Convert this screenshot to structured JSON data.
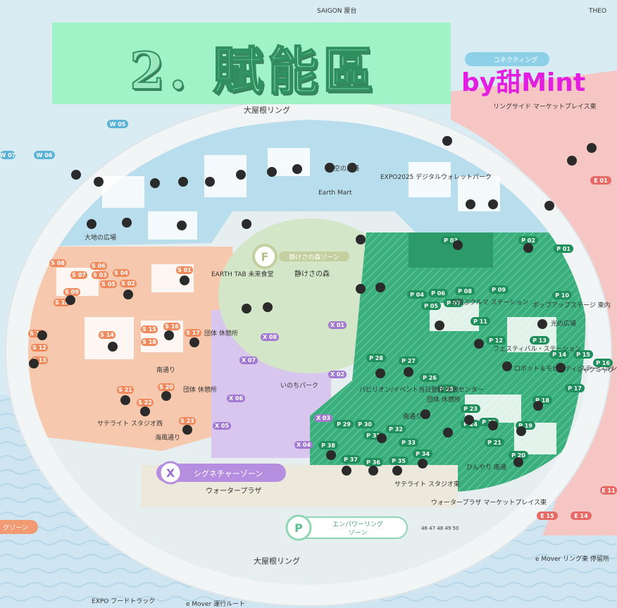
{
  "header": {
    "title": "2. 賦能區",
    "credit": "by甜Mint"
  },
  "map": {
    "zones": {
      "p_letter": "P",
      "p_name_line1": "エンパワーリング",
      "p_name_line2": "ゾーン",
      "x_letter": "X",
      "x_name": "シグネチャーゾーン",
      "f_letter": "F",
      "f_name": "静けさの森ゾーン",
      "w_partial": "グゾーン",
      "c_partial": "コネクティング"
    },
    "rings": {
      "top": "大屋根リング",
      "bottom": "大屋根リング"
    },
    "places": {
      "forest": "静けさの森",
      "water_plaza": "ウォータープラザ",
      "inochi_park": "いのちパーク",
      "south_street": "南通り",
      "south_street_left": "南通り",
      "sea_street": "海風通り",
      "ukiuki_plaza": "大地の広場",
      "pop_up_stage_east": "ポップアップステージ 東内",
      "light_plaza": "光の広場",
      "festival_station": "フェスティバル・ステーション",
      "robot_station": "ロボット＆モビリティ ステーション",
      "mobility_station": "空飛ぶクルマ ステーション",
      "pavilion_ticket": "パビリオン/イベント当日登録 免税センター",
      "group_rest_p": "団体 休憩所",
      "group_rest_s": "団体 休憩所",
      "group_rest_mid": "団体 休憩所",
      "satellite_studio_e": "サテライト スタジオ東",
      "satellite_studio_w": "サテライト スタジオ西",
      "water_marketplace": "ウォータープラザ マーケットプレイス東",
      "ring_marketplace": "リングサイド マーケットプレイス東",
      "emover_east": "e Mover リング東 停留所",
      "emover_legend": "e Mover 運行ルート",
      "expo_foodtruck": "EXPO フードトラック",
      "saigon": "SAIGON 屋台",
      "theo": "THEO",
      "earth_mart": "Earth Mart",
      "expo2025_wellness": "EXPO2025 デジタルウォレットパーク",
      "sky_plaza": "空の広場",
      "cafe_tab": "EARTH TAB 未来食堂",
      "miyake_house": "ミャクミャク ハウス",
      "dome": "ひんやり 南通",
      "grid_numbers": "46 47 48 49 50"
    },
    "badges": {
      "p": [
        "P 01",
        "P 02",
        "P 03",
        "P 04",
        "P 05",
        "P 06",
        "P 07",
        "P 08",
        "P 09",
        "P 10",
        "P 11",
        "P 12",
        "P 13",
        "P 14",
        "P 15",
        "P 16",
        "P 17",
        "P 18",
        "P 19",
        "P 20",
        "P 21",
        "P 22",
        "P 23",
        "P 24",
        "P 25",
        "P 26",
        "P 27",
        "P 28",
        "P 29",
        "P 30",
        "P 31",
        "P 32",
        "P 33",
        "P 34",
        "P 35",
        "P 36",
        "P 37",
        "P 38"
      ],
      "s": [
        "S 01",
        "S 02",
        "S 03",
        "S 04",
        "S 05",
        "S 06",
        "S 07",
        "S 08",
        "S 09",
        "S 10",
        "S 11",
        "S 12",
        "S 13",
        "S 14",
        "S 15",
        "S 16",
        "S 17",
        "S 18",
        "S 20",
        "S 21",
        "S 22",
        "S 23"
      ],
      "x": [
        "X 01",
        "X 02",
        "X 03",
        "X 04",
        "X 05",
        "X 06",
        "X 07",
        "X 08"
      ],
      "w": [
        "W 05",
        "W 06",
        "W 07"
      ],
      "e": [
        "E 01",
        "E 11",
        "E 14",
        "E 15"
      ]
    },
    "colors": {
      "p_zone": "#3aae7c",
      "s_zone": "#f2b596",
      "c_zone": "#a9d9ea",
      "x_zone": "#c6a8e2",
      "f_zone": "#d8e8c4",
      "e_zone": "#f4aaa8",
      "water": "#cde6f1",
      "ring": "#f4f7f7"
    }
  }
}
